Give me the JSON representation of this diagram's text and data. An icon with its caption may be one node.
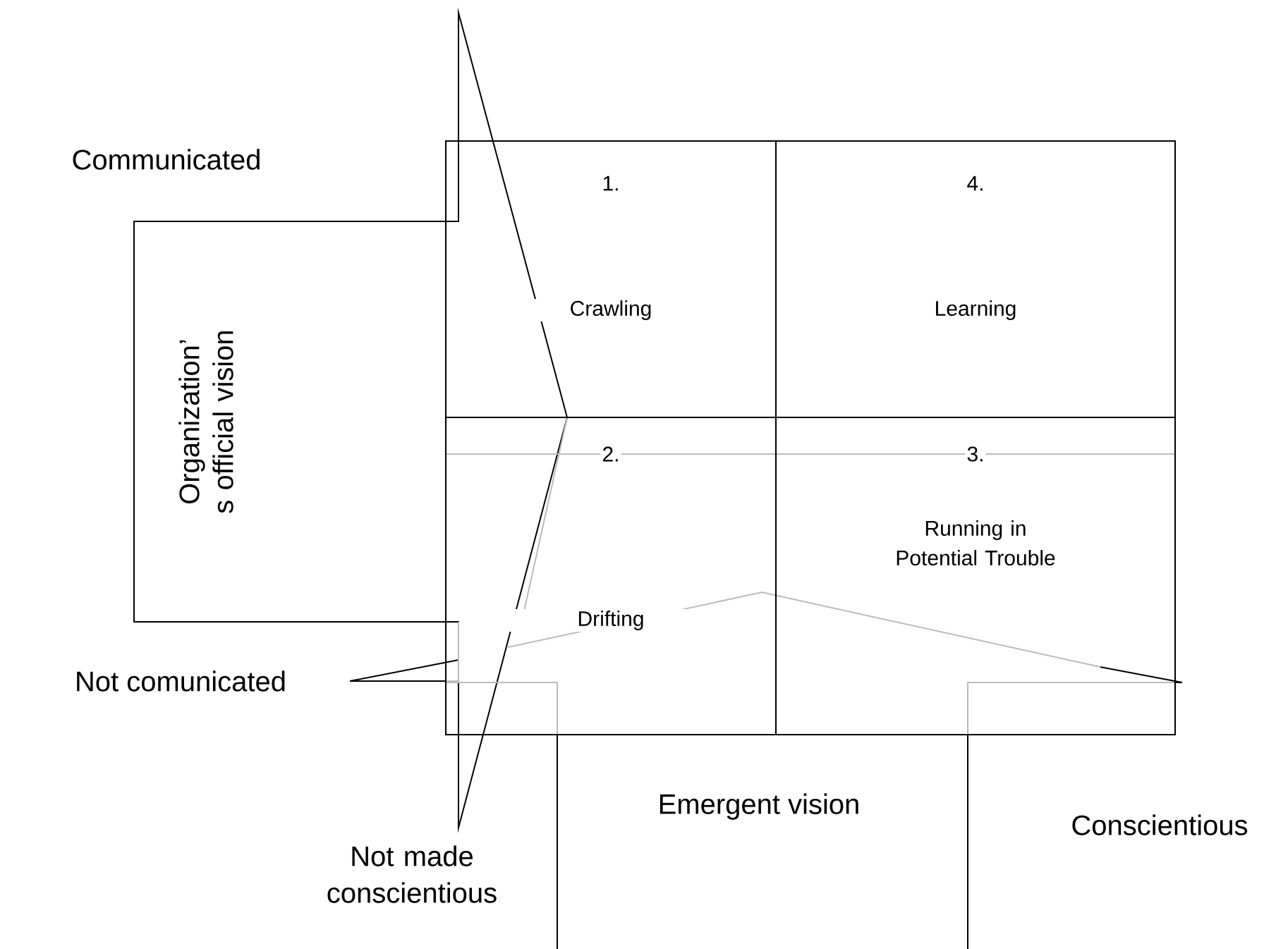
{
  "diagram": {
    "nodes": [
      {
        "text": [
          "Organization’ s official vision"
        ]
      },
      {
        "text": [
          "1.",
          "Crawling"
        ]
      },
      {
        "text": [
          "4.",
          "Learning"
        ]
      },
      {
        "text": [
          "2.",
          "Drifting"
        ]
      },
      {
        "text": [
          "3.",
          "Running in Potential Trouble"
        ]
      }
    ],
    "labels": [
      "Communicated",
      "Not comunicated",
      "Emergent vision",
      "Not made conscientious",
      "Conscientious"
    ]
  }
}
